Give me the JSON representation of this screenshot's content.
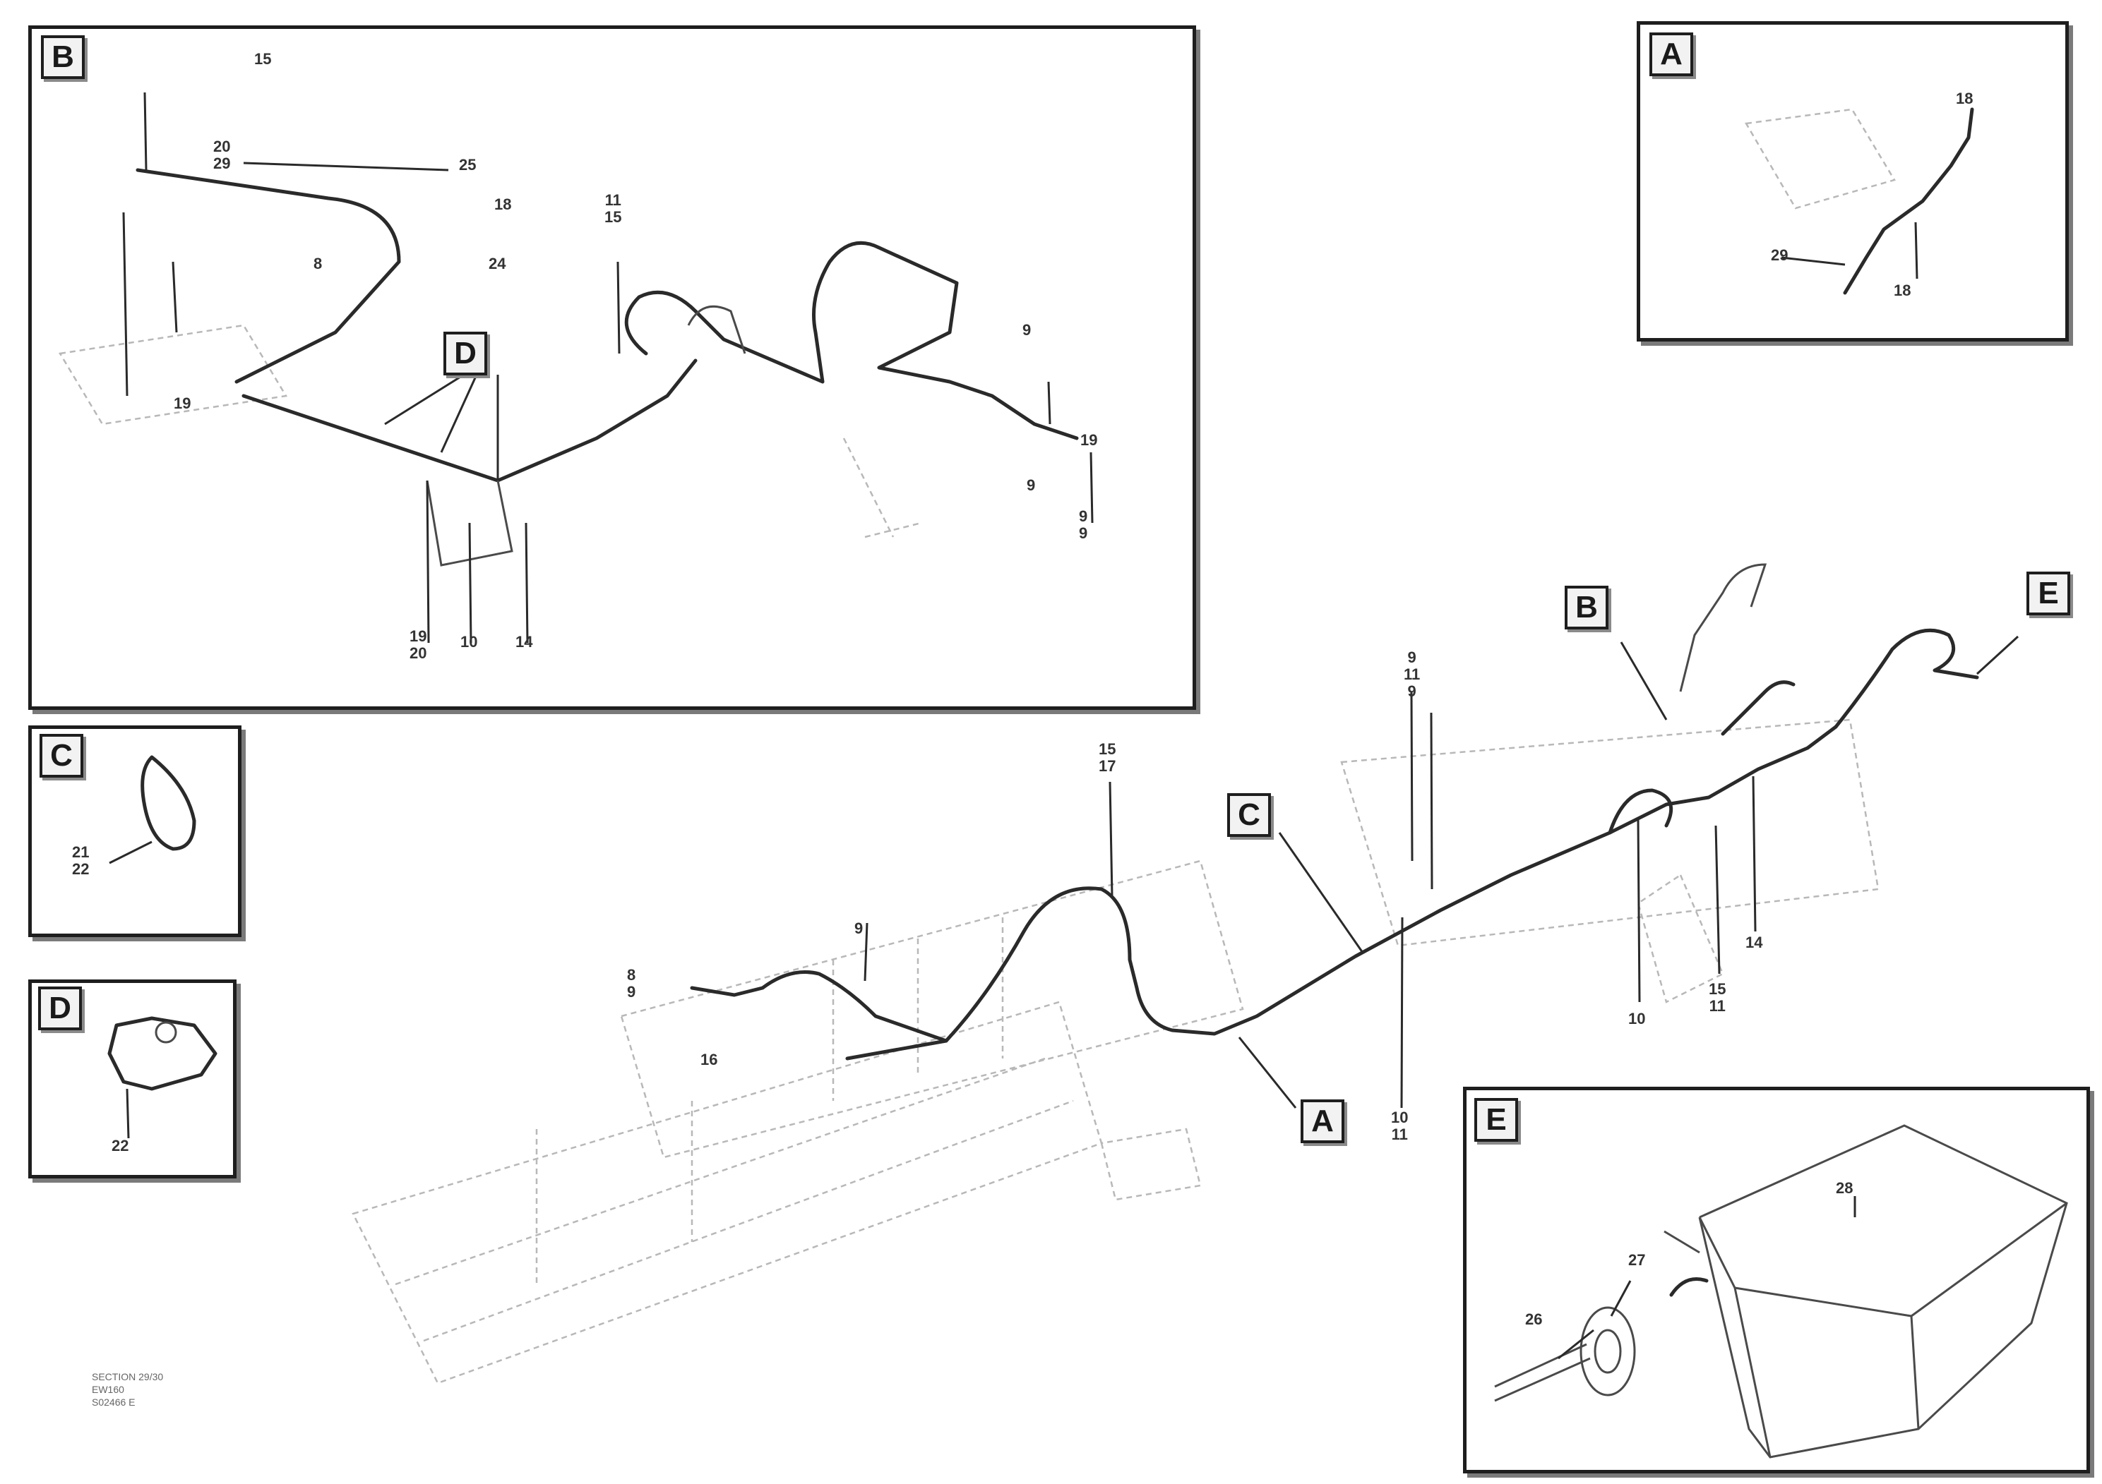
{
  "detail_tags": {
    "A": "A",
    "B": "B",
    "C": "C",
    "D": "D",
    "E": "E"
  },
  "panel_b": {
    "labels": {
      "l1": "15",
      "l2": "20\n29",
      "l3": "25",
      "l4": "18",
      "l5": "8",
      "l6": "24",
      "l7": "11\n15",
      "l8": "9",
      "l9": "9",
      "l10": "9\n9",
      "l11": "19\n20",
      "l12": "10",
      "l13": "14",
      "l14": "19",
      "l15": "19"
    }
  },
  "panel_a": {
    "labels": {
      "l1": "18",
      "l2": "29",
      "l3": "18"
    }
  },
  "panel_c": {
    "labels": {
      "l1": "21\n22"
    }
  },
  "panel_d": {
    "labels": {
      "l1": "22"
    }
  },
  "panel_e": {
    "labels": {
      "l1": "28",
      "l2": "27",
      "l3": "26"
    }
  },
  "main": {
    "labels": {
      "l1": "8\n9",
      "l2": "16",
      "l3": "9",
      "l4": "15\n17",
      "l5": "9\n11\n9",
      "l6": "14",
      "l7": "10",
      "l8": "15\n11",
      "l9": "10\n11"
    }
  },
  "reference": {
    "line1": "SECTION 29/30",
    "line2": "EW160",
    "line3": "S02466 E"
  }
}
